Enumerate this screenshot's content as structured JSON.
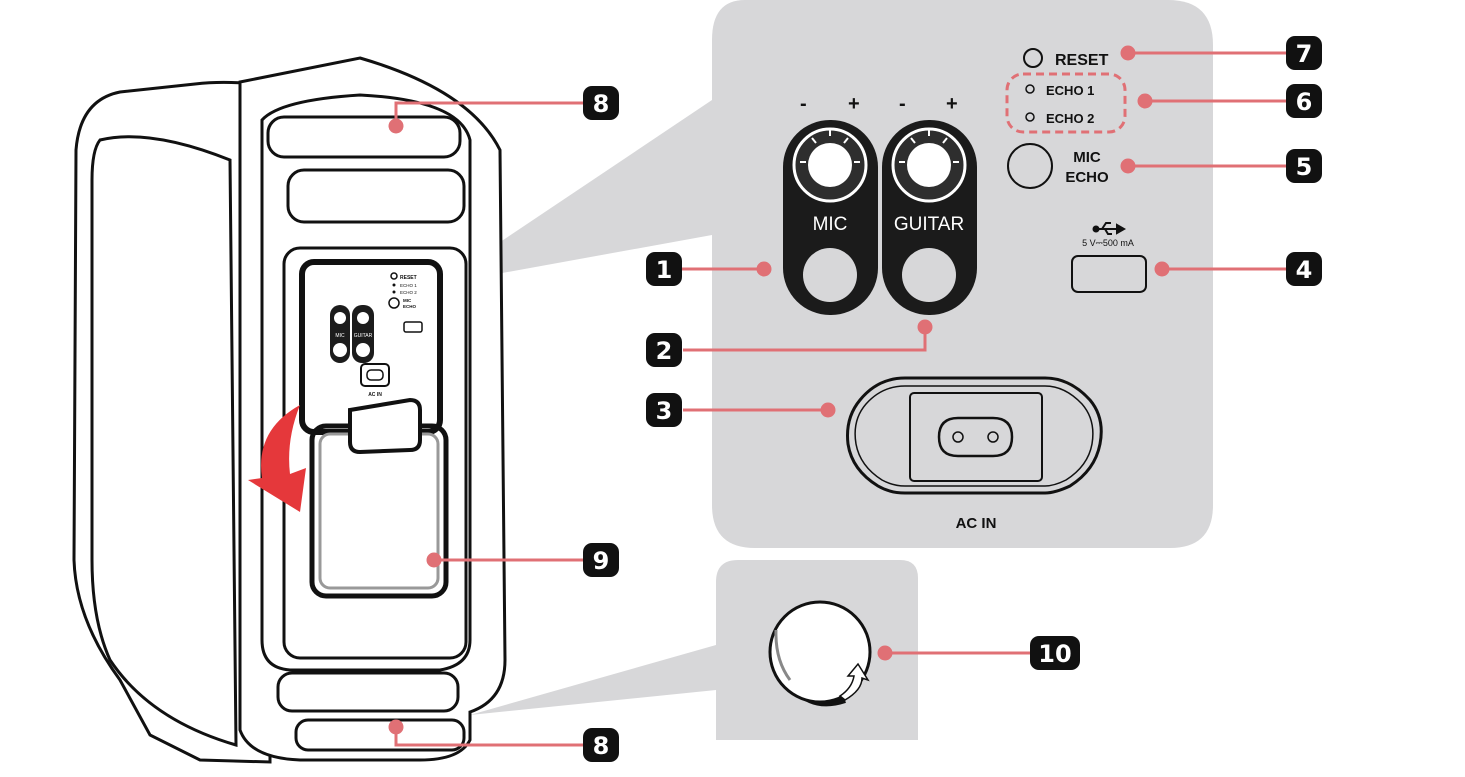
{
  "panel": {
    "knob_labels": {
      "minus": "-",
      "plus": "+"
    },
    "mic_label": "MIC",
    "guitar_label": "GUITAR",
    "reset_label": "RESET",
    "echo1_label": "ECHO 1",
    "echo2_label": "ECHO 2",
    "mic_echo_line1": "MIC",
    "mic_echo_line2": "ECHO",
    "usb_rating": "5 V⎓500 mA",
    "ac_in_label": "AC IN"
  },
  "callouts": {
    "c1": "1",
    "c2": "2",
    "c3": "3",
    "c4": "4",
    "c5": "5",
    "c6": "6",
    "c7": "7",
    "c8_top": "8",
    "c8_bottom": "8",
    "c9": "9",
    "c10": "10"
  },
  "speaker": {
    "mini_reset": "RESET",
    "mini_echo1": "ECHO 1",
    "mini_echo2": "ECHO 2",
    "mini_mic_echo1": "MIC",
    "mini_mic_echo2": "ECHO",
    "mini_mic": "MIC",
    "mini_guitar": "GUITAR",
    "mini_ac_in": "AC IN"
  },
  "colors": {
    "accent": "#e07075",
    "panel_gray": "#d7d7d9",
    "callout_dark": "#111111",
    "arrow_red": "#e5383b"
  }
}
